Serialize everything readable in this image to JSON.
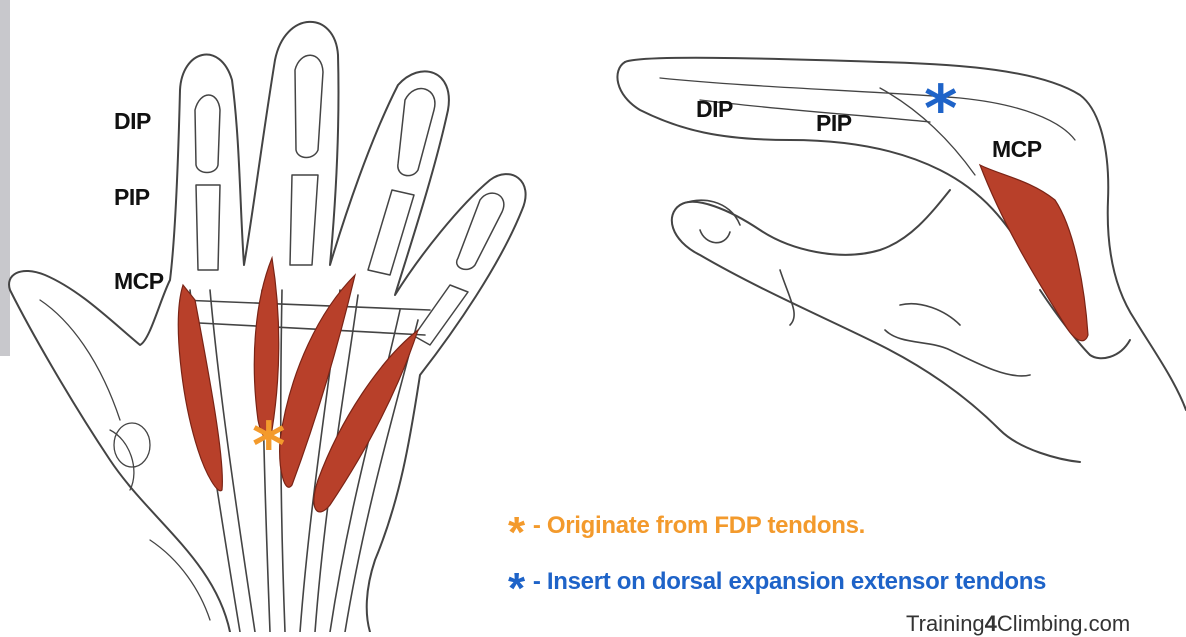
{
  "palm_view": {
    "joint_labels": [
      "DIP",
      "PIP",
      "MCP"
    ]
  },
  "side_view": {
    "joint_labels": [
      "DIP",
      "PIP",
      "MCP"
    ]
  },
  "legend": {
    "origin": {
      "symbol": "*",
      "text": "- Originate from FDP tendons.",
      "color": "#f39a2c"
    },
    "insertion": {
      "symbol": "*",
      "text": "- Insert on dorsal expansion extensor tendons",
      "color": "#1e63c8"
    }
  },
  "credit": {
    "prefix": "Training",
    "number": "4",
    "suffix": "Climbing.com"
  },
  "colors": {
    "muscle": "#b8402a",
    "outline": "#444444"
  }
}
